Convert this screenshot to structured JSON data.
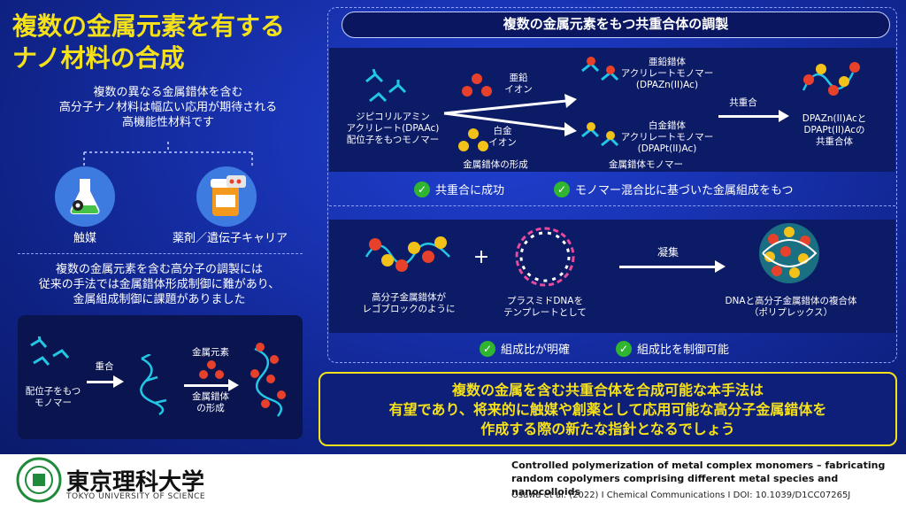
{
  "title": "複数の金属元素を有する\nナノ材料の合成",
  "intro": "複数の異なる金属錯体を含む\n高分子ナノ材料は幅広い応用が期待される\n高機能性材料です",
  "applications": [
    {
      "label": "触媒",
      "icon": "flask-gear-icon"
    },
    {
      "label": "薬剤／遺伝子キャリア",
      "icon": "medicine-icon"
    }
  ],
  "left_note": "複数の金属元素を含む高分子の調製には\n従来の手法では金属錯体形成制御に難があり、\n金属組成制御に課題がありました",
  "left_panel": {
    "ligand_label": "配位子をもつ\nモノマー",
    "polymerize_label": "重合",
    "metal_label": "金属元素",
    "complex_form_label": "金属錯体\nの形成"
  },
  "right_header": "複数の金属元素をもつ共重合体の調製",
  "synthesis": {
    "monomer_label": "ジピコリルアミン\nアクリレート(DPAAc)\n配位子をもつモノマー",
    "zinc_ion": "亜鉛\nイオン",
    "platinum_ion": "白金\nイオン",
    "complex_formation": "金属錯体の形成",
    "zn_monomer": "亜鉛錯体\nアクリレートモノマー\n(DPAZn(II)Ac)",
    "pt_monomer": "白金錯体\nアクリレートモノマー\n(DPAPt(II)Ac)",
    "complex_monomer": "金属錯体モノマー",
    "copolymerize": "共重合",
    "copolymer": "DPAZn(II)Acと\nDPAPt(II)Acの\n共重合体"
  },
  "checks_top": [
    "共重合に成功",
    "モノマー混合比に基づいた金属組成をもつ"
  ],
  "polyplex": {
    "polymer_label": "高分子金属錯体が\nレゴブロックのように",
    "plus": "+",
    "dna_label": "プラスミドDNAを\nテンプレートとして",
    "aggregate": "凝集",
    "result_label": "DNAと高分子金属錯体の複合体\n（ポリプレックス）"
  },
  "checks_bottom": [
    "組成比が明確",
    "組成比を制御可能"
  ],
  "conclusion": "複数の金属を含む共重合体を合成可能な本手法は\n有望であり、将来的に触媒や創薬として応用可能な高分子金属錯体を\n作成する際の新たな指針となるでしょう",
  "footer": {
    "university_jp": "東京理科大学",
    "university_en": "TOKYO UNIVERSITY OF SCIENCE",
    "paper_title": "Controlled polymerization of metal complex monomers – fabricating\nrandom copolymers comprising different metal species and nanocolloids",
    "citation": "Osawa et al. (2022)  I  Chemical Communications  I  DOI: 10.1039/D1CC07265J"
  },
  "colors": {
    "accent_yellow": "#f5e11a",
    "zinc_red": "#e8412b",
    "platinum_yellow": "#f2c21b",
    "ligand_cyan": "#22c7e6",
    "check_green": "#2fb52f"
  }
}
